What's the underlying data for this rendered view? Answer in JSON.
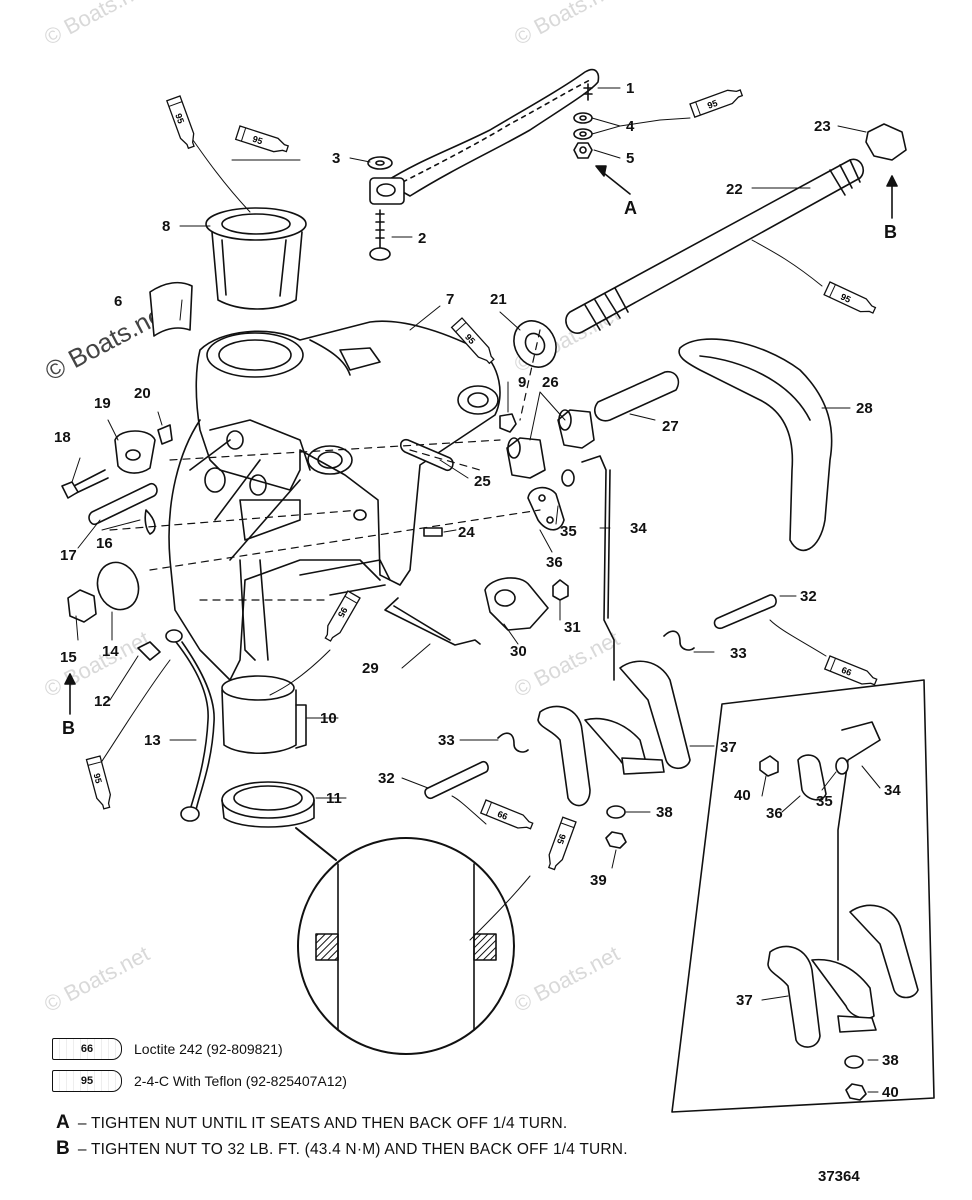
{
  "watermark": "© Boats.net",
  "callouts": [
    "1",
    "2",
    "3",
    "4",
    "5",
    "6",
    "7",
    "8",
    "9",
    "10",
    "11",
    "12",
    "13",
    "14",
    "15",
    "16",
    "17",
    "18",
    "19",
    "20",
    "21",
    "22",
    "23",
    "24",
    "25",
    "26",
    "27",
    "28",
    "29",
    "30",
    "31",
    "32",
    "33",
    "34",
    "35",
    "36",
    "37",
    "38",
    "39",
    "40"
  ],
  "arrow_labels": {
    "a": "A",
    "b": "B"
  },
  "tube_labels": {
    "loctite": "66",
    "teflon": "95"
  },
  "legend": [
    {
      "code": "66",
      "text": "Loctite 242   (92-809821)"
    },
    {
      "code": "95",
      "text": "2-4-C  With Teflon  (92-825407A12)"
    }
  ],
  "notes": [
    {
      "key": "A",
      "text": "– TIGHTEN  NUT UNTIL IT SEATS AND THEN BACK OFF 1/4 TURN."
    },
    {
      "key": "B",
      "text": "– TIGHTEN NUT TO 32 LB. FT. (43.4 N·M) AND THEN BACK OFF 1/4 TURN."
    }
  ],
  "reference_number": "37364"
}
